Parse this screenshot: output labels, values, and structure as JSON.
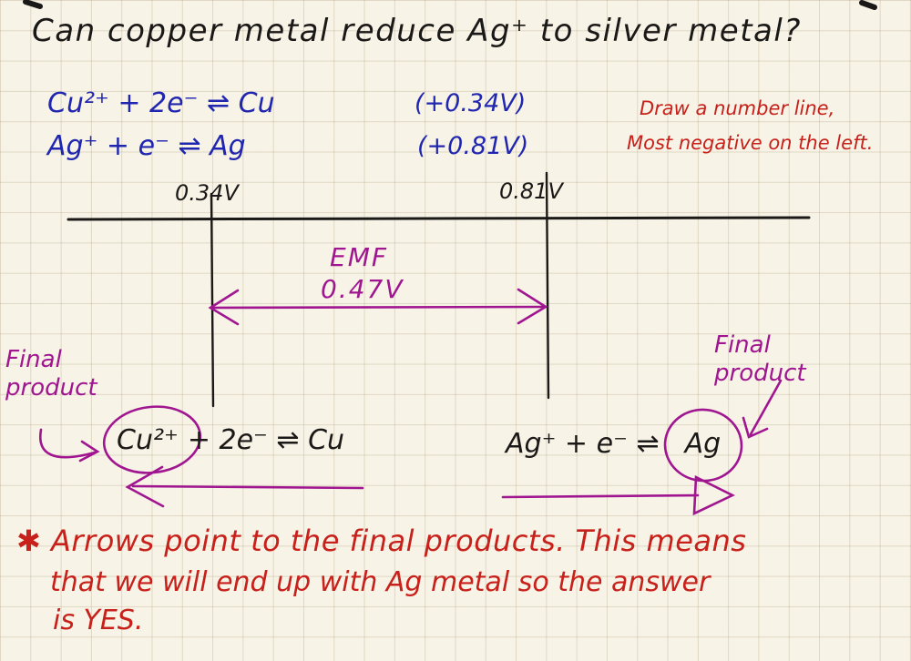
{
  "colors": {
    "paper": "#f7f3e6",
    "ink_black": "#1b1918",
    "ink_blue": "#2026b0",
    "ink_red": "#c8201a",
    "ink_magenta": "#a01690"
  },
  "title": {
    "text": "Can copper metal reduce Ag⁺ to silver metal?"
  },
  "reactions": {
    "cu": {
      "equation": "Cu²⁺ + 2e⁻ ⇌ Cu",
      "potential": "(+0.34V)"
    },
    "ag": {
      "equation": "Ag⁺ + e⁻ ⇌ Ag",
      "potential": "(+0.81V)"
    }
  },
  "note": {
    "line1": "Draw a number line,",
    "line2": "Most negative on the left."
  },
  "number_line": {
    "left_label": "0.34V",
    "right_label": "0.81V"
  },
  "emf": {
    "label": "EMF",
    "value": "0.47V"
  },
  "products": {
    "left": {
      "circled": "Cu²⁺",
      "rest": "+ 2e⁻ ⇌ Cu",
      "caption": "Final product"
    },
    "right": {
      "lead": "Ag⁺ + e⁻ ⇌",
      "circled": "Ag",
      "caption": "Final product"
    }
  },
  "conclusion": {
    "line1": "✱ Arrows point to the final products. This means",
    "line2": "that we will end up with Ag metal so the answer",
    "line3": "is YES."
  }
}
